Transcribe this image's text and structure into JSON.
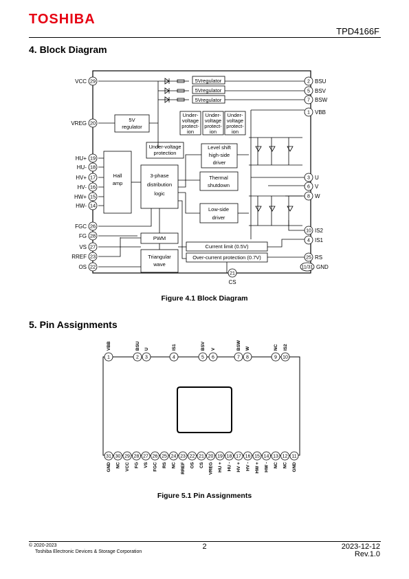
{
  "header": {
    "brand": "TOSHIBA",
    "part_number": "TPD4166F"
  },
  "section4": {
    "title": "4. Block Diagram",
    "caption": "Figure 4.1    Block Diagram"
  },
  "section5": {
    "title": "5. Pin Assignments",
    "caption": "Figure 5.1    Pin Assignments"
  },
  "block_diagram": {
    "left_pins": [
      {
        "name": "VCC",
        "no": "29"
      },
      {
        "name": "VREG",
        "no": "20"
      },
      {
        "name": "HU+",
        "no": "19"
      },
      {
        "name": "HU-",
        "no": "18"
      },
      {
        "name": "HV+",
        "no": "17"
      },
      {
        "name": "HV-",
        "no": "16"
      },
      {
        "name": "HW+",
        "no": "15"
      },
      {
        "name": "HW-",
        "no": "14"
      },
      {
        "name": "FGC",
        "no": "26"
      },
      {
        "name": "FG",
        "no": "28"
      },
      {
        "name": "VS",
        "no": "27"
      },
      {
        "name": "RREF",
        "no": "23"
      },
      {
        "name": "OS",
        "no": "22"
      }
    ],
    "right_pins": [
      {
        "name": "BSU",
        "no": "2"
      },
      {
        "name": "BSV",
        "no": "5"
      },
      {
        "name": "BSW",
        "no": "7"
      },
      {
        "name": "VBB",
        "no": "1"
      },
      {
        "name": "U",
        "no": "3"
      },
      {
        "name": "V",
        "no": "6"
      },
      {
        "name": "W",
        "no": "8"
      },
      {
        "name": "IS2",
        "no": "10"
      },
      {
        "name": "IS1",
        "no": "4"
      },
      {
        "name": "RS",
        "no": "25"
      },
      {
        "name": "GND",
        "no": "11/31"
      }
    ],
    "bottom_pin": {
      "name": "CS",
      "no": "21"
    },
    "blocks": {
      "reg1": "5Vregulator",
      "reg2": "5Vregulator",
      "reg3": "5Vregulator",
      "reg5v_line1": "5V",
      "reg5v_line2": "regulator",
      "hall_line1": "Hall",
      "hall_line2": "amp",
      "uvp1": [
        "Under-",
        "voltage",
        "protect-",
        "ion"
      ],
      "uvp2": [
        "Under-",
        "voltage",
        "protect-",
        "ion"
      ],
      "uvp3": [
        "Under-",
        "voltage",
        "protect-",
        "ion"
      ],
      "uvp_main": [
        "Under-voltage",
        "protection"
      ],
      "levelshift": [
        "Level shift",
        "high-side",
        "driver"
      ],
      "dist": [
        "3-phase",
        "distribution",
        "logic"
      ],
      "thermal": [
        "Thermal",
        "shutdown"
      ],
      "lowside": [
        "Low-side",
        "driver"
      ],
      "pwm": "PWM",
      "tri": [
        "Triangular",
        "wave"
      ],
      "climit": "Current limit (0.5V)",
      "ocp": "Over-current protection (0.7V)"
    }
  },
  "pin_assign": {
    "top": [
      {
        "no": "1",
        "label": "VBB"
      },
      {
        "no": "2",
        "label": "BSU"
      },
      {
        "no": "3",
        "label": "U"
      },
      {
        "no": "4",
        "label": "IS1"
      },
      {
        "no": "5",
        "label": "BSV"
      },
      {
        "no": "6",
        "label": "V"
      },
      {
        "no": "7",
        "label": "BSW"
      },
      {
        "no": "8",
        "label": "W"
      },
      {
        "no": "9",
        "label": "NC"
      },
      {
        "no": "10",
        "label": "IS2"
      }
    ],
    "bottom": [
      {
        "no": "31",
        "label": "GND"
      },
      {
        "no": "30",
        "label": "NC"
      },
      {
        "no": "29",
        "label": "VCC"
      },
      {
        "no": "28",
        "label": "FG"
      },
      {
        "no": "27",
        "label": "VS"
      },
      {
        "no": "26",
        "label": "FGC"
      },
      {
        "no": "25",
        "label": "RS"
      },
      {
        "no": "24",
        "label": "NC"
      },
      {
        "no": "23",
        "label": "RREF"
      },
      {
        "no": "22",
        "label": "OS"
      },
      {
        "no": "21",
        "label": "CS"
      },
      {
        "no": "20",
        "label": "VREG"
      },
      {
        "no": "19",
        "label": "HU +"
      },
      {
        "no": "18",
        "label": "HU -"
      },
      {
        "no": "17",
        "label": "HV +"
      },
      {
        "no": "16",
        "label": "HV -"
      },
      {
        "no": "15",
        "label": "HW +"
      },
      {
        "no": "14",
        "label": "HW -"
      },
      {
        "no": "13",
        "label": "NC"
      },
      {
        "no": "12",
        "label": "NC"
      },
      {
        "no": "11",
        "label": "GND"
      }
    ]
  },
  "footer": {
    "copyright": "© 2020-2023",
    "company": "Toshiba Electronic Devices & Storage Corporation",
    "page": "2",
    "date": "2023-12-12",
    "revision": "Rev.1.0"
  },
  "colors": {
    "brand": "#e60012"
  }
}
